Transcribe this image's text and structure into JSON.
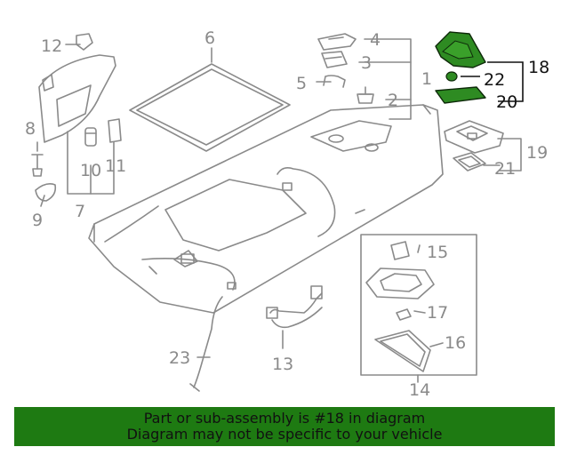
{
  "colors": {
    "part_gray": "#8a8a8a",
    "highlight_green": "#2e8b22",
    "banner_bg": "#1e7a12",
    "label_dark": "#111111"
  },
  "callouts": {
    "c1": "1",
    "c2": "2",
    "c3": "3",
    "c4": "4",
    "c5": "5",
    "c6": "6",
    "c7": "7",
    "c8": "8",
    "c9": "9",
    "c10": "10",
    "c11": "11",
    "c12": "12",
    "c13": "13",
    "c14": "14",
    "c15": "15",
    "c16": "16",
    "c17": "17",
    "c18": "18",
    "c19": "19",
    "c20": "20",
    "c21": "21",
    "c22": "22",
    "c23": "23"
  },
  "banner": {
    "line1": "Part or sub-assembly is #18 in diagram",
    "line2": "Diagram may not be specific to your vehicle"
  }
}
